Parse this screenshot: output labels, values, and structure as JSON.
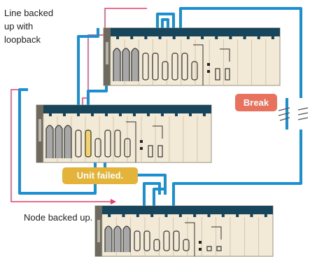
{
  "labels": {
    "line_backed_up": "Line backed\nup with\nloopback",
    "node_backed_up": "Node backed up.",
    "unit_failed": "Unit failed.",
    "break": "Break"
  },
  "colors": {
    "ring_cable": "#1b8fd0",
    "backup_path": "#e23b6a",
    "rack_header": "#17455c",
    "rack_body": "#f2ead6",
    "failed_unit": "#f1d26b",
    "unit_failed_badge": "#e4b43a",
    "break_badge": "#e8725e"
  },
  "nodes": [
    {
      "name": "node-top",
      "status": "normal"
    },
    {
      "name": "node-middle",
      "status": "unit-failed"
    },
    {
      "name": "node-bottom",
      "status": "normal"
    }
  ],
  "icons": [
    "rack-unit",
    "cable-break-icon"
  ]
}
